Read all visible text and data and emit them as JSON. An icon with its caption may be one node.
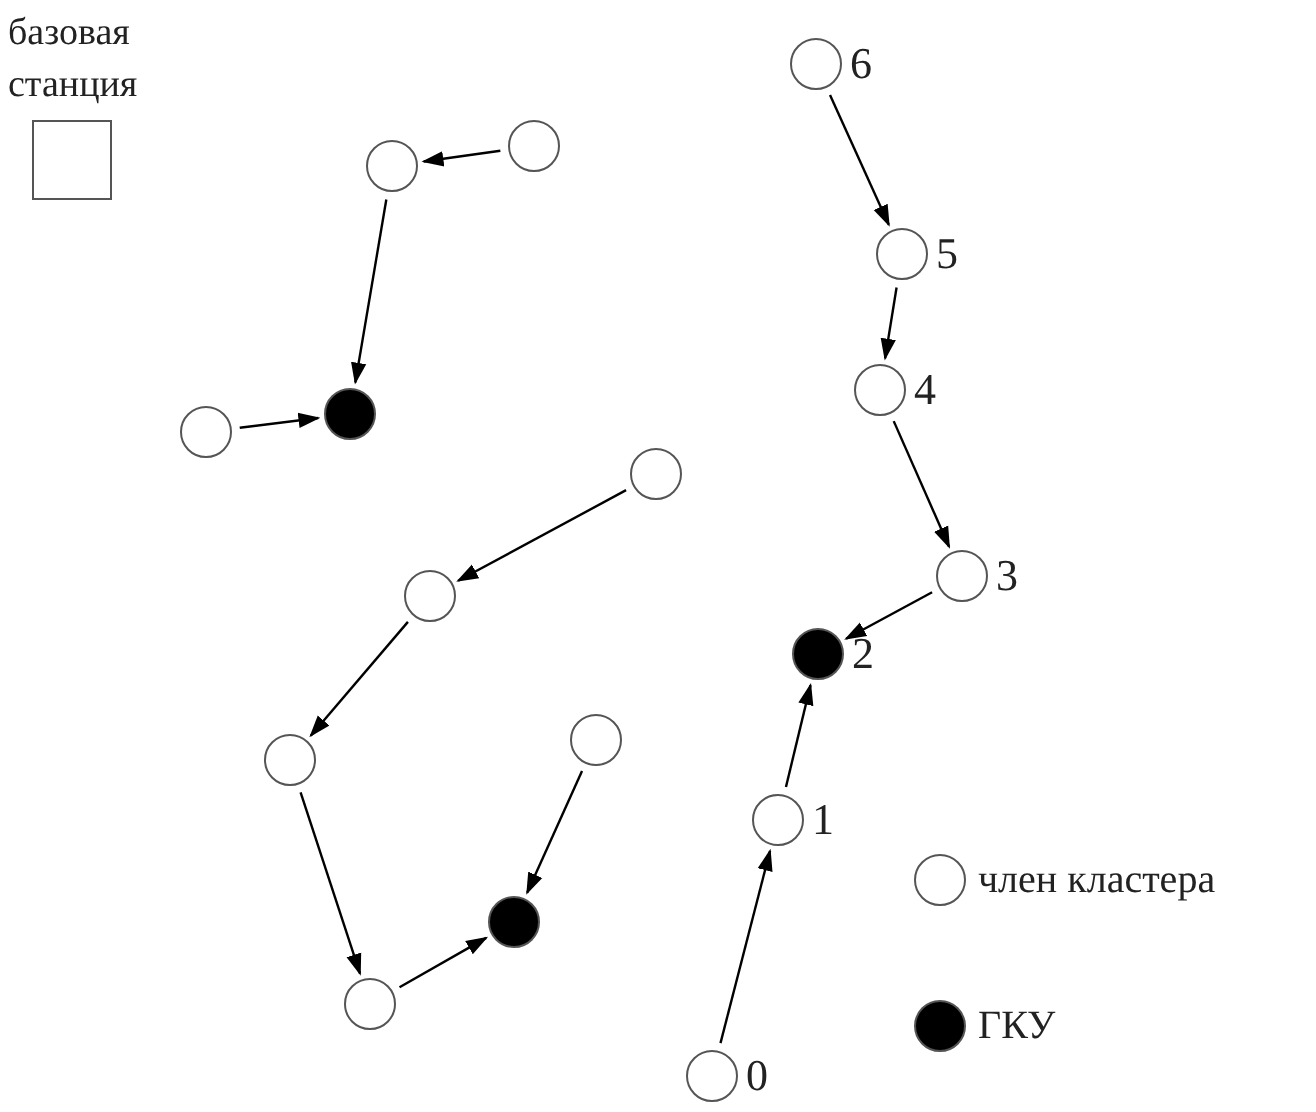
{
  "diagram": {
    "nodes": [
      {
        "text": [
          "базовая станция"
        ]
      },
      {
        "text": [],
        "shape": "circle"
      },
      {
        "text": [],
        "shape": "circle"
      },
      {
        "text": [],
        "shape": "dot"
      },
      {
        "text": [],
        "shape": "circle"
      },
      {
        "text": [],
        "shape": "circle"
      },
      {
        "text": [],
        "shape": "circle"
      },
      {
        "text": [],
        "shape": "circle"
      },
      {
        "text": [],
        "shape": "circle"
      },
      {
        "text": [],
        "shape": "dot"
      },
      {
        "text": [],
        "shape": "circle"
      },
      {
        "text": [],
        "shape": "circle",
        "beside": [
          "6"
        ]
      },
      {
        "text": [],
        "shape": "circle",
        "beside": [
          "5"
        ]
      },
      {
        "text": [],
        "shape": "circle",
        "beside": [
          "4"
        ]
      },
      {
        "text": [],
        "shape": "circle",
        "beside": [
          "3"
        ]
      },
      {
        "text": [],
        "shape": "dot",
        "beside": [
          "2"
        ]
      },
      {
        "text": [],
        "shape": "circle",
        "beside": [
          "1"
        ]
      },
      {
        "text": [],
        "shape": "circle",
        "beside": [
          "0"
        ]
      }
    ],
    "edges": [
      {
        "from": 2,
        "to": 1,
        "arrow": "to"
      },
      {
        "from": 1,
        "to": 3,
        "arrow": "to"
      },
      {
        "from": 4,
        "to": 3,
        "arrow": "to"
      },
      {
        "from": 5,
        "to": 6,
        "arrow": "to"
      },
      {
        "from": 6,
        "to": 7,
        "arrow": "to"
      },
      {
        "from": 7,
        "to": 10,
        "arrow": "to"
      },
      {
        "from": 10,
        "to": 9,
        "arrow": "to"
      },
      {
        "from": 8,
        "to": 9,
        "arrow": "to"
      },
      {
        "from": 11,
        "to": 12,
        "arrow": "to"
      },
      {
        "from": 12,
        "to": 13,
        "arrow": "to"
      },
      {
        "from": 13,
        "to": 14,
        "arrow": "to"
      },
      {
        "from": 14,
        "to": 15,
        "arrow": "to"
      },
      {
        "from": 16,
        "to": 15,
        "arrow": "to"
      },
      {
        "from": 17,
        "to": 16,
        "arrow": "to"
      }
    ],
    "legend": [
      {
        "text": "член кластера",
        "color": "#ffffff"
      },
      {
        "text": "ГКУ",
        "color": "#000000"
      }
    ]
  }
}
